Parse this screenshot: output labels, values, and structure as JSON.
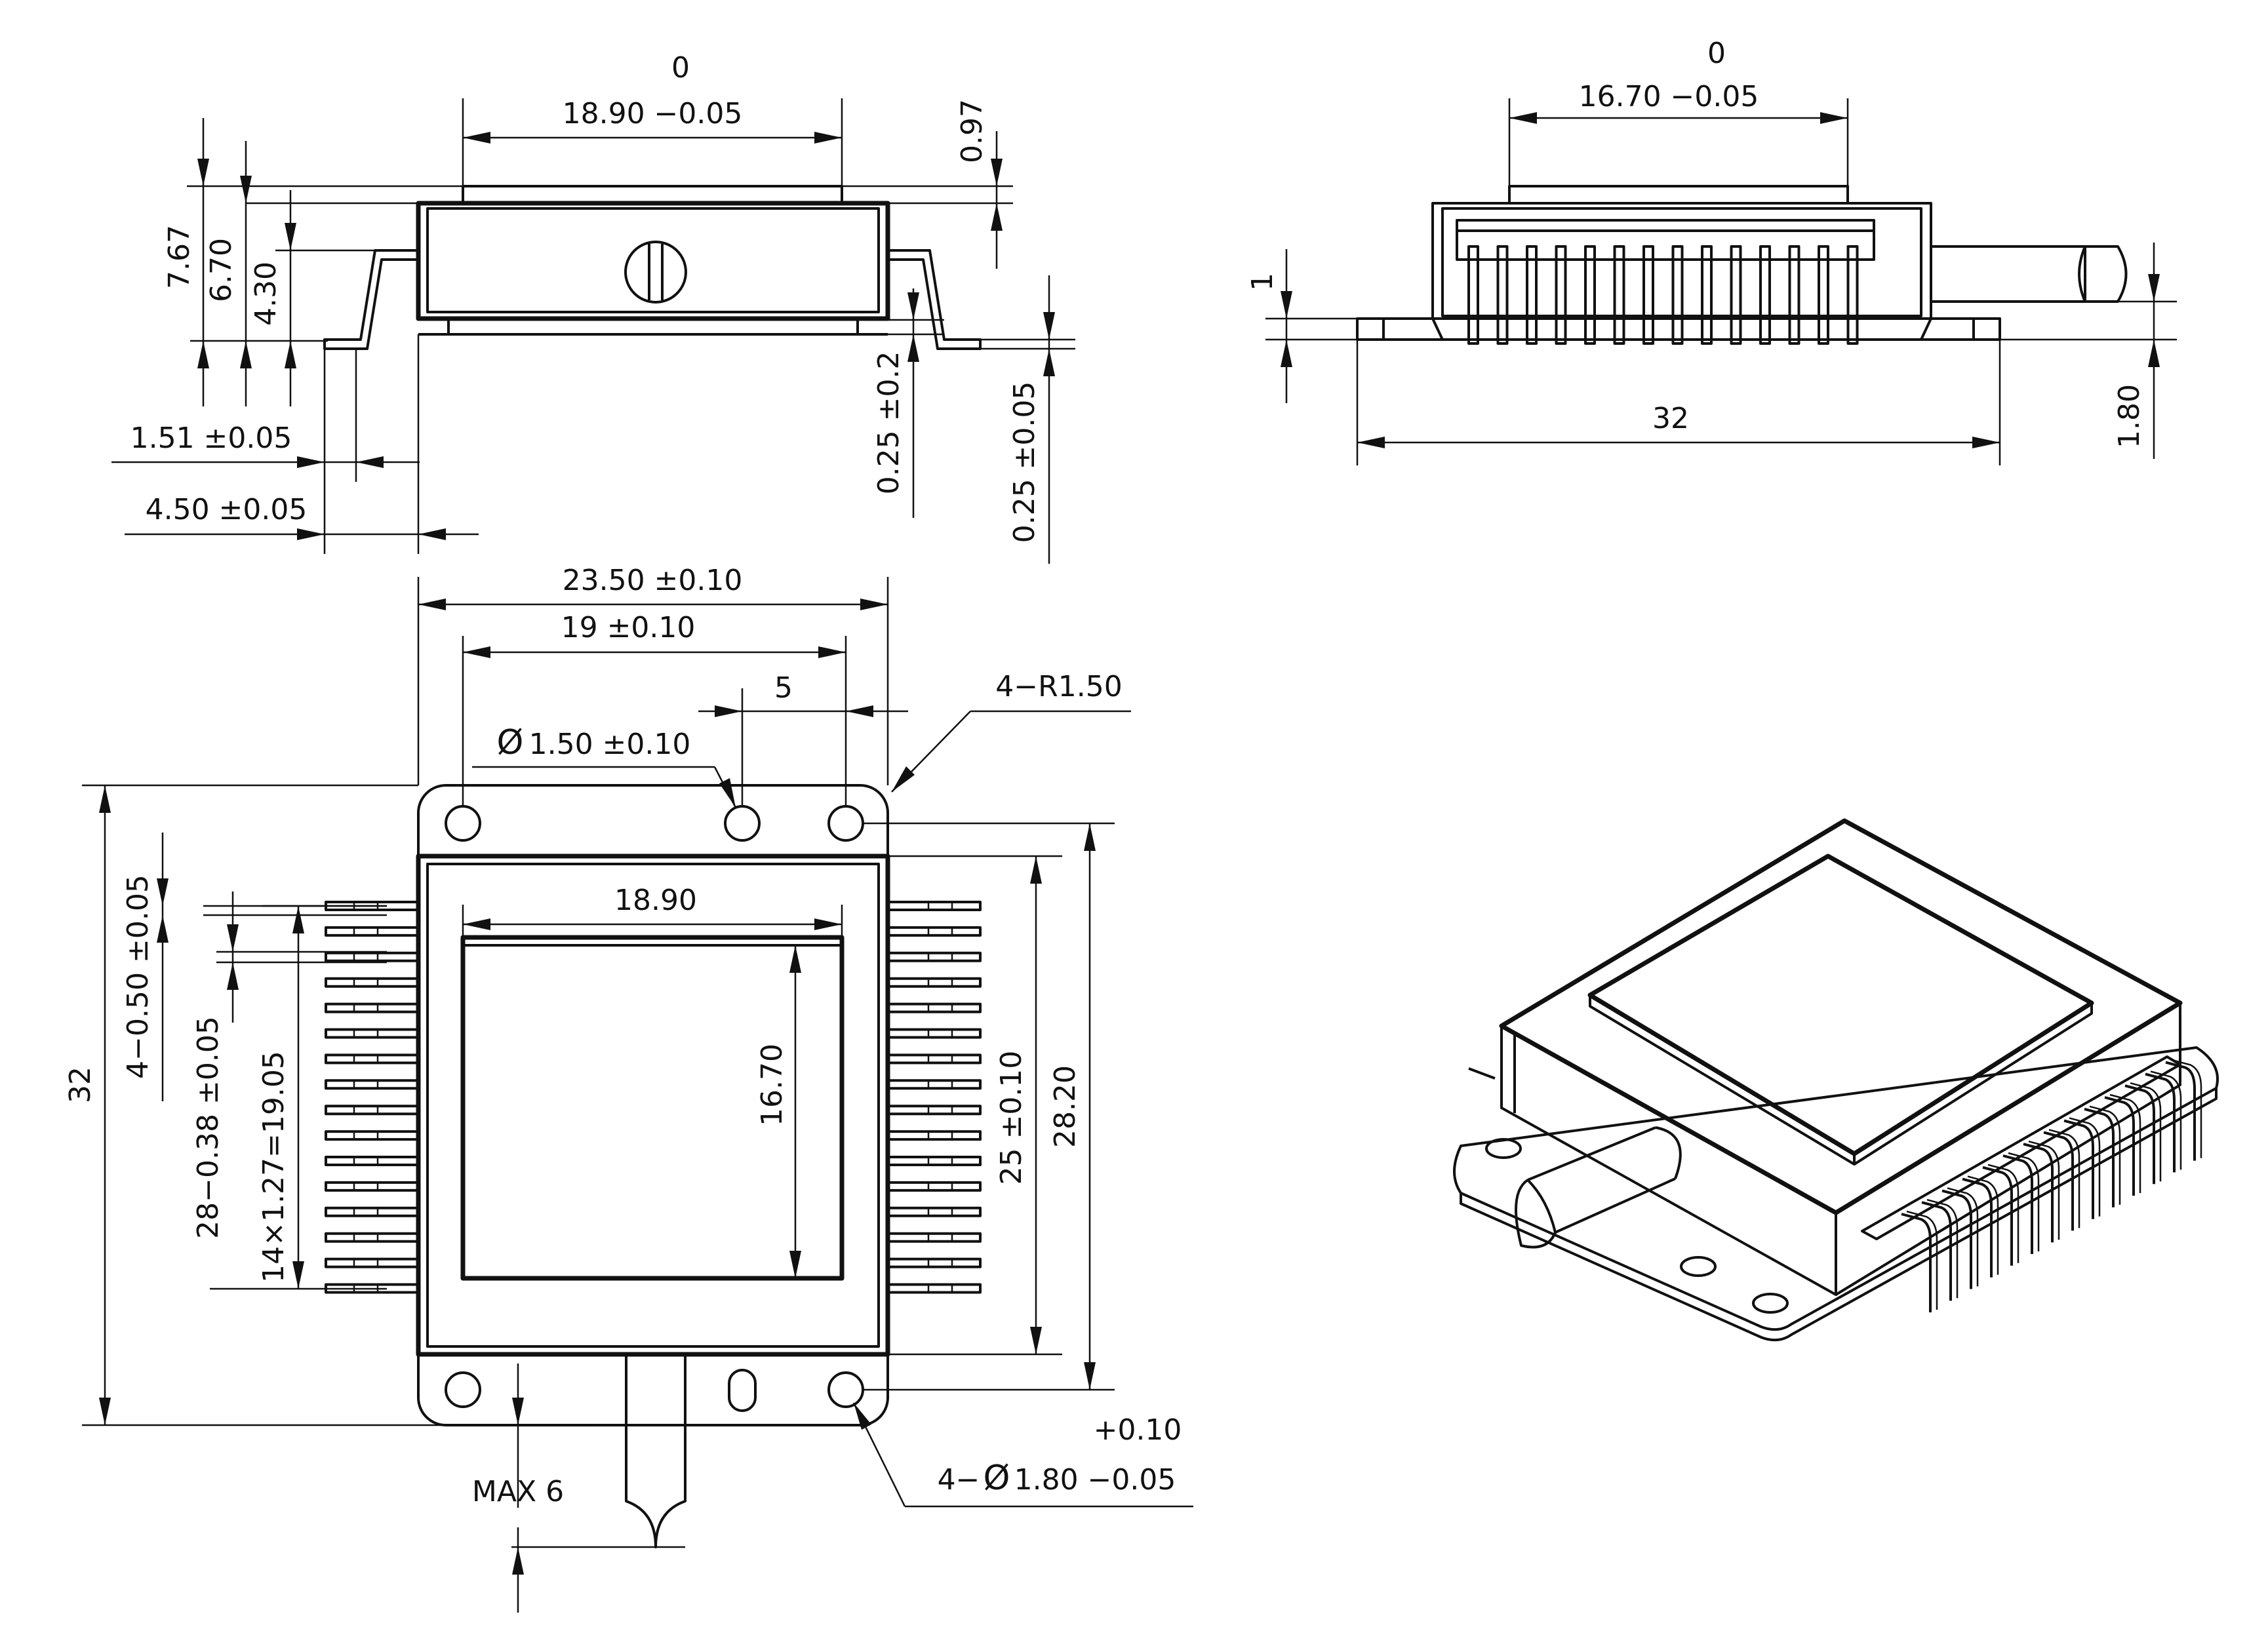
{
  "front_view": {
    "top_width_upper": "0",
    "top_width": "18.90 −0.05",
    "height_total": "7.67",
    "height_body": "6.70",
    "height_lead": "4.30",
    "top_step": "0.97",
    "lead_thickness_a": "0.25 ±0.2",
    "lead_thickness_b": "0.25 ±0.05",
    "lead_offset": "1.51 ±0.05",
    "lead_span": "4.50 ±0.05"
  },
  "side_view": {
    "top_width_upper": "0",
    "top_width": "16.70 −0.05",
    "flange_height": "1",
    "fiber_height": "1.80",
    "total_length": "32"
  },
  "top_view": {
    "width_outer": "23.50 ±0.10",
    "width_holes": "19 ±0.10",
    "hole_offset": "5",
    "hole_diameter_symbol": "Ø",
    "hole_diameter": "1.50 ±0.10",
    "corner_radius": "4−R1.50",
    "window_width": "18.90",
    "window_height": "16.70",
    "height_total": "32",
    "pin_a": "4−0.50 ±0.05",
    "pin_b": "28−0.38 ±0.05",
    "pin_pitch": "14×1.27=19.05",
    "body_height": "25 ±0.10",
    "hole_span": "28.20",
    "fiber_max": "MAX 6",
    "mount_holes_tol": "+0.10",
    "mount_holes_prefix": "4−",
    "mount_holes_symbol": "Ø",
    "mount_holes": "1.80 −0.05"
  }
}
